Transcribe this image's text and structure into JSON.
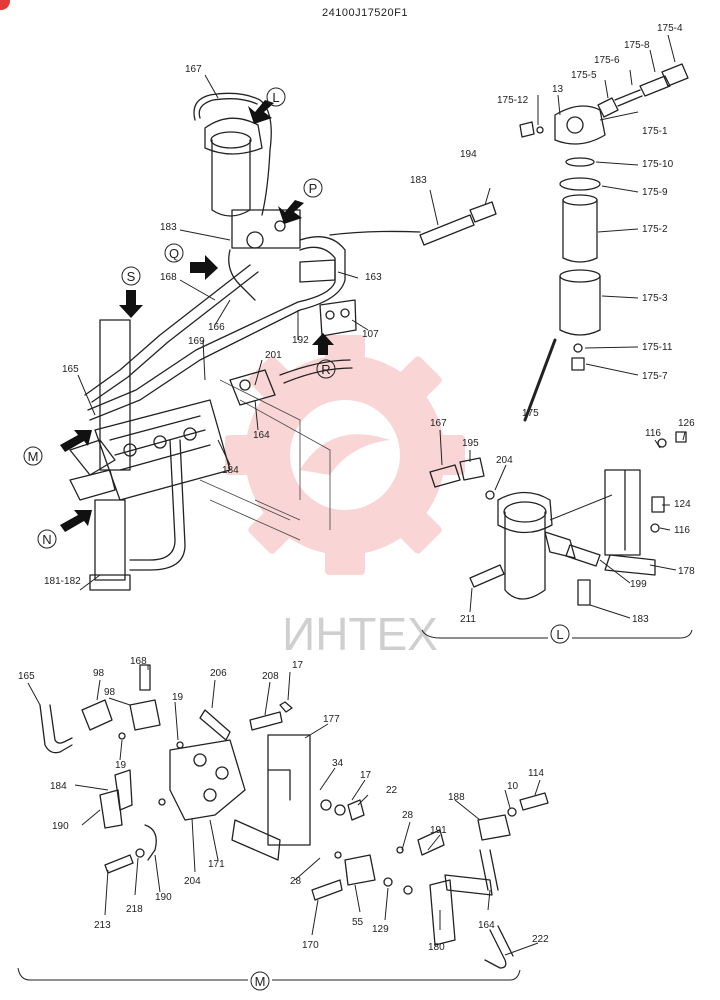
{
  "document": {
    "code": "24100J17520F1",
    "watermark": "ИНТЕХ"
  },
  "views": {
    "L": "L",
    "M": "M",
    "N": "N",
    "P": "P",
    "Q": "Q",
    "R": "R",
    "S": "S"
  },
  "labels": {
    "p167_top": "167",
    "p183_a": "183",
    "p168": "168",
    "p165_a": "165",
    "p166": "166",
    "p169": "169",
    "p201": "201",
    "p164_a": "164",
    "p184_a": "184",
    "p163": "163",
    "p192": "192",
    "p107": "107",
    "p181_182": "181-182",
    "p194": "194",
    "p183_b": "183",
    "p175_4": "175-4",
    "p175_8": "175-8",
    "p175_6": "175-6",
    "p175_5": "175-5",
    "p175_12": "175-12",
    "p175_13": "13",
    "p175_1": "175-1",
    "p175_10": "175-10",
    "p175_9": "175-9",
    "p175_2": "175-2",
    "p175_3": "175-3",
    "p175_11": "175-11",
    "p175_7": "175-7",
    "p175": "175",
    "p167_L": "167",
    "p195": "195",
    "p204_L": "204",
    "p116_a": "116",
    "p126": "126",
    "p124": "124",
    "p116_b": "116",
    "p178": "178",
    "p199": "199",
    "p211": "211",
    "p183_L": "183",
    "p165_M": "165",
    "p98_a": "98",
    "p168_M": "168",
    "p98_b": "98",
    "p19_a": "19",
    "p19_b": "19",
    "p206": "206",
    "p208": "208",
    "p17_a": "17",
    "p177": "177",
    "p184_M": "184",
    "p34": "34",
    "p17_b": "17",
    "p22": "22",
    "p190_a": "190",
    "p190_b": "190",
    "p204_M": "204",
    "p171": "171",
    "p28_a": "28",
    "p28_b": "28",
    "p213": "213",
    "p218": "218",
    "p191": "191",
    "p188": "188",
    "p10": "10",
    "p114": "114",
    "p164_M": "164",
    "p170": "170",
    "p55": "55",
    "p129": "129",
    "p180": "180",
    "p222": "222"
  }
}
